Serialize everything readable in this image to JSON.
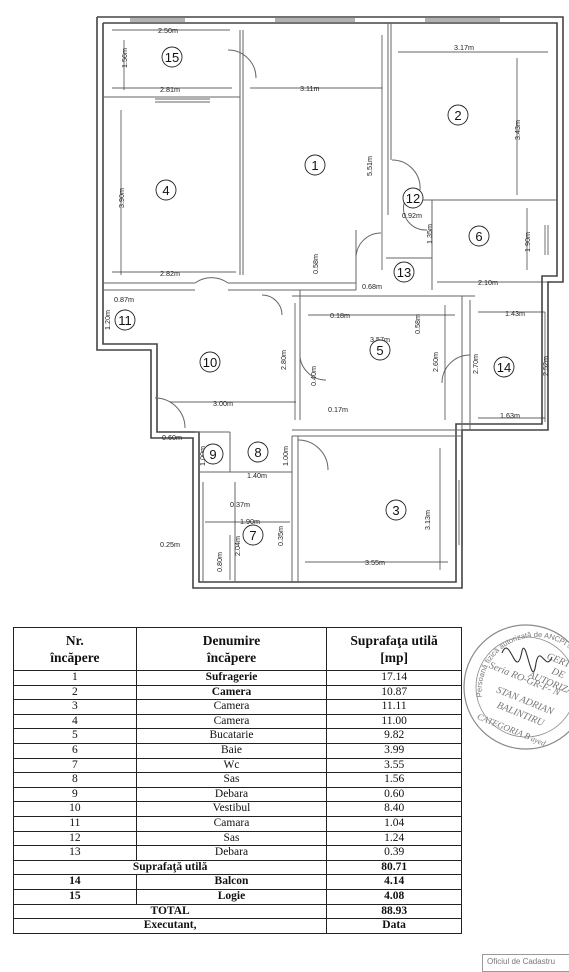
{
  "plan": {
    "rooms": [
      {
        "num": "1"
      },
      {
        "num": "2"
      },
      {
        "num": "3"
      },
      {
        "num": "4"
      },
      {
        "num": "5"
      },
      {
        "num": "6"
      },
      {
        "num": "7"
      },
      {
        "num": "8"
      },
      {
        "num": "9"
      },
      {
        "num": "10"
      },
      {
        "num": "11"
      },
      {
        "num": "12"
      },
      {
        "num": "13"
      },
      {
        "num": "14"
      },
      {
        "num": "15"
      }
    ],
    "dimensions": [
      "2.50m",
      "1.56m",
      "2.81m",
      "3.11m",
      "3.17m",
      "3.43m",
      "5.51m",
      "3.90m",
      "0.92m",
      "1.35m",
      "1.90m",
      "2.82m",
      "0.58m",
      "0.68m",
      "2.10m",
      "0.87m",
      "1.20m",
      "0.18m",
      "0.58m",
      "1.43m",
      "3.57m",
      "2.80m",
      "2.60m",
      "2.70m",
      "2.52m",
      "0.40m",
      "3.00m",
      "0.17m",
      "1.63m",
      "0.60m",
      "1.00m",
      "1.00m",
      "1.40m",
      "0.37m",
      "1.90m",
      "2.04m",
      "0.35m",
      "3.13m",
      "0.25m",
      "0.80m",
      "3.55m"
    ]
  },
  "table": {
    "headers": [
      "Nr.\nîncăpere",
      "Denumire\nîncăpere",
      "Suprafaţa utilă\n[mp]"
    ],
    "rows": [
      {
        "nr": "1",
        "name": "Sufragerie",
        "area": "17.14"
      },
      {
        "nr": "2",
        "name": "Camera",
        "area": "10.87"
      },
      {
        "nr": "3",
        "name": "Camera",
        "area": "11.11"
      },
      {
        "nr": "4",
        "name": "Camera",
        "area": "11.00"
      },
      {
        "nr": "5",
        "name": "Bucatarie",
        "area": "9.82"
      },
      {
        "nr": "6",
        "name": "Baie",
        "area": "3.99"
      },
      {
        "nr": "7",
        "name": "Wc",
        "area": "3.55"
      },
      {
        "nr": "8",
        "name": "Sas",
        "area": "1.56"
      },
      {
        "nr": "9",
        "name": "Debara",
        "area": "0.60"
      },
      {
        "nr": "10",
        "name": "Vestibul",
        "area": "8.40"
      },
      {
        "nr": "11",
        "name": "Camara",
        "area": "1.04"
      },
      {
        "nr": "12",
        "name": "Sas",
        "area": "1.24"
      },
      {
        "nr": "13",
        "name": "Debara",
        "area": "0.39"
      }
    ],
    "subtotal": {
      "label": "Suprafaţă utilă",
      "area": "80.71"
    },
    "extra_rows": [
      {
        "nr": "14",
        "name": "Balcon",
        "area": "4.14"
      },
      {
        "nr": "15",
        "name": "Logie",
        "area": "4.08"
      }
    ],
    "total": {
      "label": "TOTAL",
      "area": "88.93"
    },
    "footer": {
      "executant": "Executant,",
      "data": "Data"
    }
  },
  "stamp": {
    "ring_text": "Persoană fizică autorizată de ANCPI să",
    "lines": [
      "CERTI",
      "DE",
      "AUTORIZA",
      "Seria RO-GR-F- N",
      "STAN ADRIAN",
      "BALINTIRU"
    ],
    "category": "CATEGORIA B",
    "tail": "ayed"
  },
  "oficiu": "Oficiul de Cadastru"
}
